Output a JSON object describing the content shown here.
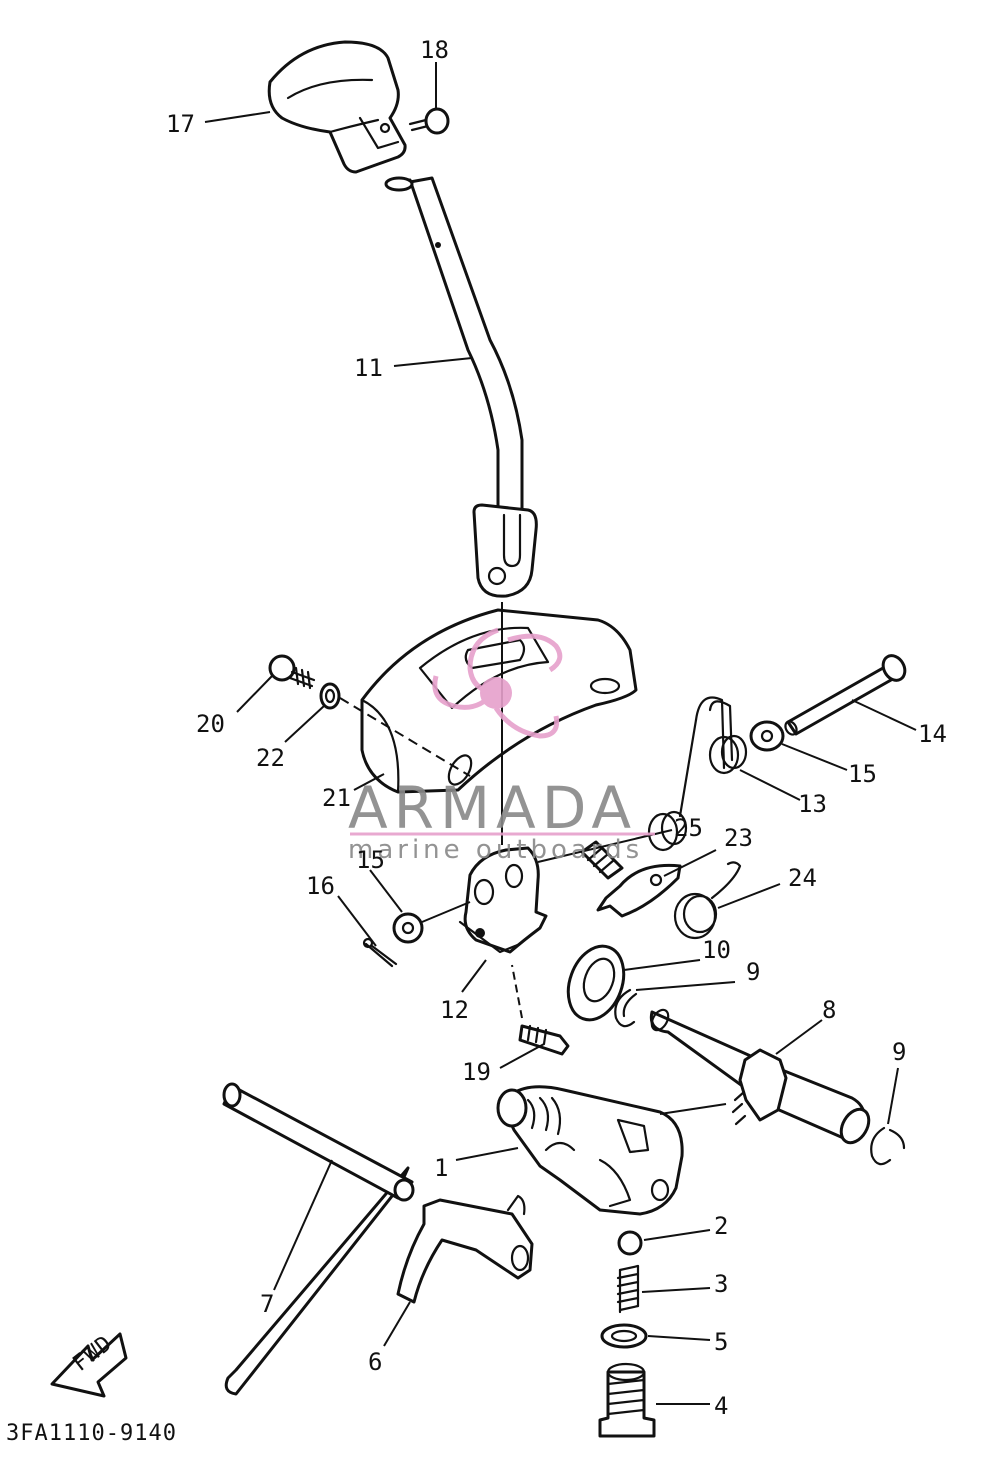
{
  "watermark": {
    "brand": "ARMADA",
    "tagline": "marine outboards",
    "brand_color": "#888888",
    "accent_color": "#e6a0cc"
  },
  "diagram_code": "3FA1110-9140",
  "fwd_label": "FWD",
  "callouts": [
    {
      "id": "17",
      "text": "17"
    },
    {
      "id": "18",
      "text": "18"
    },
    {
      "id": "11",
      "text": "11"
    },
    {
      "id": "20",
      "text": "20"
    },
    {
      "id": "22",
      "text": "22"
    },
    {
      "id": "21",
      "text": "21"
    },
    {
      "id": "14",
      "text": "14"
    },
    {
      "id": "15a",
      "text": "15"
    },
    {
      "id": "13",
      "text": "13"
    },
    {
      "id": "25",
      "text": "25"
    },
    {
      "id": "23",
      "text": "23"
    },
    {
      "id": "24",
      "text": "24"
    },
    {
      "id": "16",
      "text": "16"
    },
    {
      "id": "15b",
      "text": "15"
    },
    {
      "id": "12",
      "text": "12"
    },
    {
      "id": "10",
      "text": "10"
    },
    {
      "id": "9a",
      "text": "9"
    },
    {
      "id": "8",
      "text": "8"
    },
    {
      "id": "9b",
      "text": "9"
    },
    {
      "id": "19",
      "text": "19"
    },
    {
      "id": "1",
      "text": "1"
    },
    {
      "id": "2",
      "text": "2"
    },
    {
      "id": "3",
      "text": "3"
    },
    {
      "id": "5",
      "text": "5"
    },
    {
      "id": "4",
      "text": "4"
    },
    {
      "id": "7",
      "text": "7"
    },
    {
      "id": "6",
      "text": "6"
    }
  ]
}
